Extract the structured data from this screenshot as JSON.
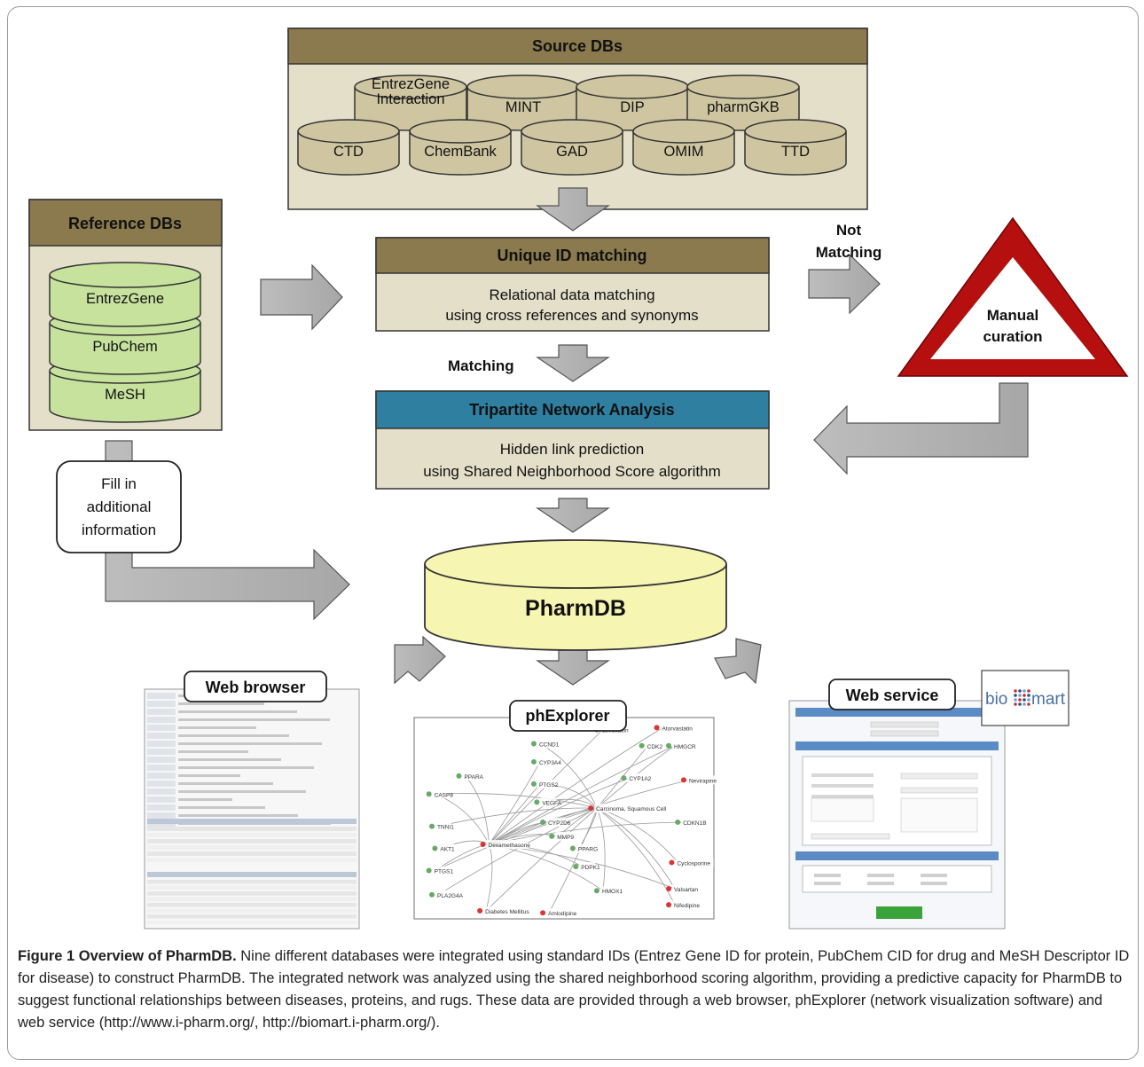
{
  "diagram": {
    "source_dbs": {
      "title": "Source DBs",
      "databases": [
        "EntrezGene Interaction",
        "MINT",
        "DIP",
        "pharmGKB",
        "CTD",
        "ChemBank",
        "GAD",
        "OMIM",
        "TTD"
      ]
    },
    "reference_dbs": {
      "title": "Reference DBs",
      "databases": [
        "EntrezGene",
        "PubChem",
        "MeSH"
      ]
    },
    "unique_id": {
      "title": "Unique ID matching",
      "body_line1": "Relational data matching",
      "body_line2": "using cross references and synonyms"
    },
    "tripartite": {
      "title": "Tripartite Network Analysis",
      "body_line1": "Hidden link prediction",
      "body_line2": "using Shared Neighborhood Score algorithm"
    },
    "manual_curation": {
      "line1": "Manual",
      "line2": "curation"
    },
    "not_matching": {
      "line1": "Not",
      "line2": "Matching"
    },
    "matching_label": "Matching",
    "fill_in": {
      "line1": "Fill in",
      "line2": "additional",
      "line3": "information"
    },
    "pharmdb_label": "PharmDB",
    "outputs": {
      "web_browser": "Web browser",
      "phexplorer": "phExplorer",
      "web_service": "Web service",
      "biomart_logo": "biomart"
    },
    "network_nodes": [
      "CCND1",
      "CYP3A4",
      "PTGS2",
      "VEGFA",
      "CYP2D6",
      "MMP9",
      "PPARG",
      "PDPK1",
      "HMGCR",
      "CDK2",
      "CYP1A2",
      "CASP8",
      "TNNI1",
      "AKT1",
      "PTGS1",
      "PLA2G4A",
      "Nevirapine",
      "Carcinoma, Squamous Cell",
      "Cyclosporine",
      "CDKN1B",
      "Diabetes Mellitus",
      "Nifedipine",
      "Lovastatin",
      "Valsartan",
      "Dexamethasone",
      "PPARA",
      "HMOX1",
      "Amlodipine",
      "Atorvastatin"
    ]
  },
  "caption": {
    "title": "Figure 1 Overview of PharmDB.",
    "text": " Nine different databases were integrated using standard IDs (Entrez Gene ID for protein, PubChem CID for drug and MeSH Descriptor ID for disease) to construct PharmDB. The integrated network was analyzed using the shared neighborhood scoring algorithm, providing a predictive capacity for PharmDB to suggest functional relationships between diseases, proteins, and rugs. These data are provided through a web browser, phExplorer (network visualization software) and web service (http://www.i-pharm.org/, http://biomart.i-pharm.org/)."
  },
  "colors": {
    "db_header": "#8a7a4e",
    "db_panel": "#e3dfc9",
    "cylinder_tan": "#cfc6a1",
    "cylinder_green": "#c7e29d",
    "tripartite_header": "#2e7fa0",
    "pharmdb_fill": "#f6f5b2",
    "triangle_red": "#b50f0f",
    "arrow_gray": "#aaaaaa"
  }
}
